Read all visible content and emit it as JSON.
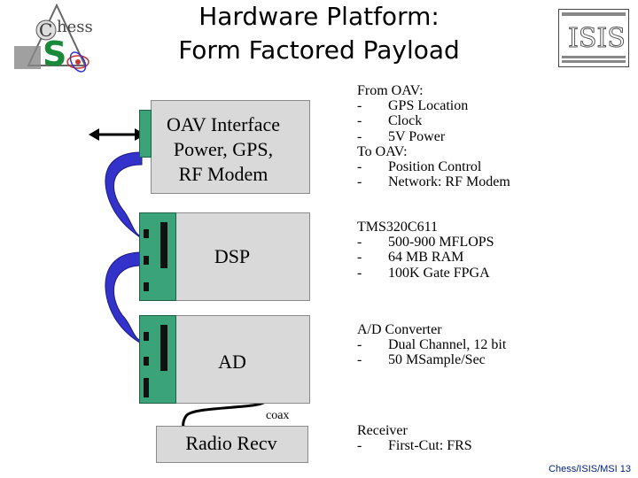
{
  "title": {
    "line1": "Hardware Platform:",
    "line2": "Form Factored Payload"
  },
  "logo_left": {
    "text": "hess",
    "letter": "C"
  },
  "boards": {
    "oav": {
      "lines": [
        "OAV Interface",
        "Power, GPS,",
        "RF Modem"
      ]
    },
    "dsp": {
      "label": "DSP"
    },
    "ad": {
      "label": "AD"
    },
    "radio": {
      "label": "Radio Recv"
    }
  },
  "coax_label": "coax",
  "specs": {
    "oav": {
      "from_heading": "From OAV:",
      "from_items": [
        "GPS Location",
        "Clock",
        "5V Power"
      ],
      "to_heading": "To OAV:",
      "to_items": [
        "Position Control",
        "Network: RF Modem"
      ]
    },
    "dsp": {
      "heading": "TMS320C611",
      "items": [
        "500-900 MFLOPS",
        "64 MB RAM",
        "100K Gate FPGA"
      ]
    },
    "ad": {
      "heading": "A/D Converter",
      "items": [
        "Dual Channel, 12 bit",
        "50 MSample/Sec"
      ]
    },
    "radio": {
      "heading": "Receiver",
      "items": [
        "First-Cut: FRS"
      ]
    }
  },
  "bullet": "-",
  "footer": "Chess/ISIS/MSI  13",
  "colors": {
    "board": "#d9d9d9",
    "connector": "#3aa37a",
    "cable": "#3333cc",
    "footer": "#001f7a"
  }
}
